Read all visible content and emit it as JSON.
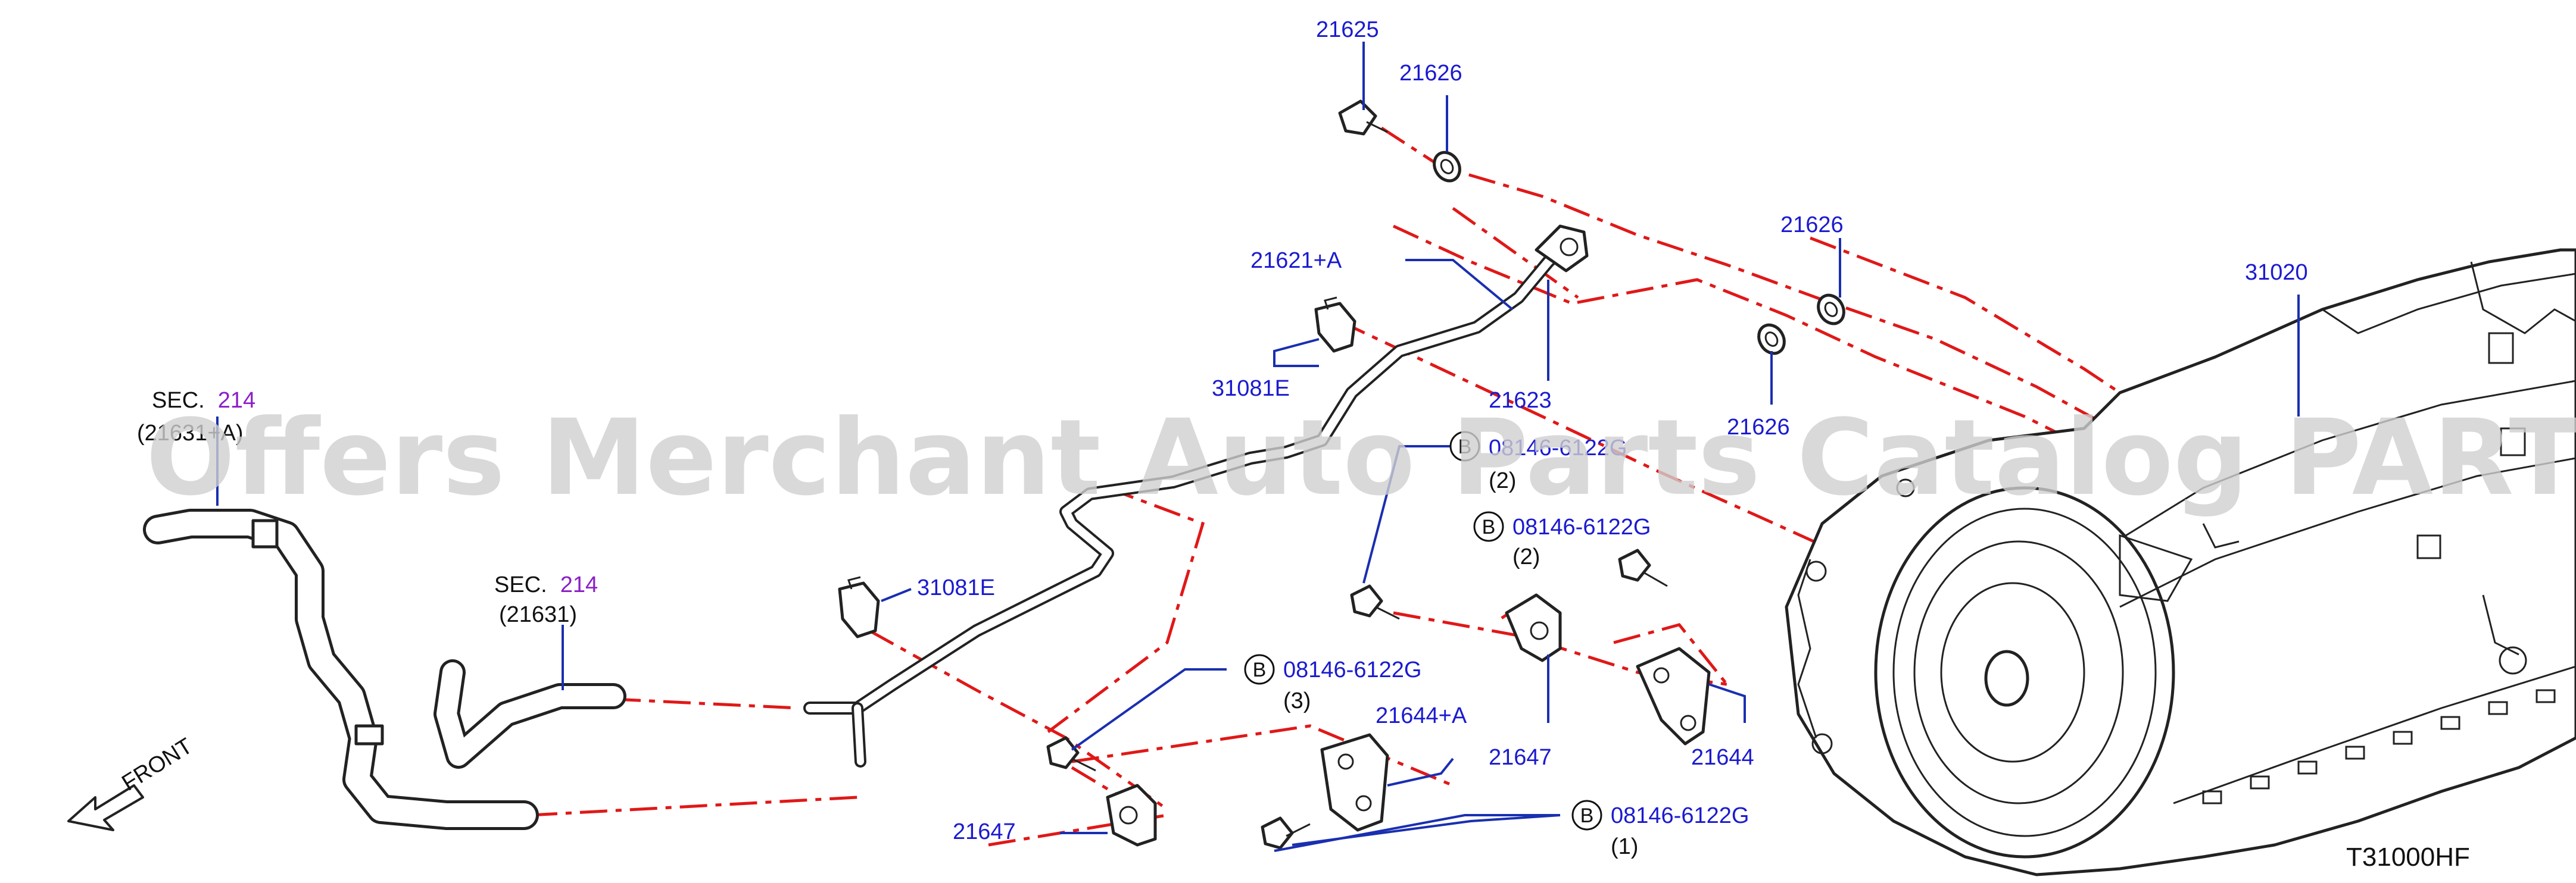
{
  "labels": {
    "p21625": "21625",
    "p21626_top": "21626",
    "p21626_right": "21626",
    "p21626_mid": "21626",
    "p21621a": "21621+A",
    "p31081e_top": "31081E",
    "p21623": "21623",
    "p31020": "31020",
    "p31081e_mid": "31081E",
    "p21647_mid": "21647",
    "p21644": "21644",
    "p21644a": "21644+A",
    "p21647_bot": "21647"
  },
  "sections": [
    {
      "prefix": "SEC.",
      "number": "214",
      "ref": "(21631+A)"
    },
    {
      "prefix": "SEC.",
      "number": "214",
      "ref": "(21631)"
    }
  ],
  "bolt_callouts": [
    {
      "letter": "B",
      "part": "08146-6122G",
      "qty": "(2)"
    },
    {
      "letter": "B",
      "part": "08146-6122G",
      "qty": "(2)"
    },
    {
      "letter": "B",
      "part": "08146-6122G",
      "qty": "(3)"
    },
    {
      "letter": "B",
      "part": "08146-6122G",
      "qty": "(1)"
    }
  ],
  "front_label": "FRONT",
  "diagram_code": "T31000HF",
  "watermark": "Offers Merchant Auto Parts Catalog PARTSTORE.SA",
  "colors": {
    "callout": "#1a1ad0",
    "section_number": "#8b1fc8",
    "centerline": "#e01818"
  }
}
